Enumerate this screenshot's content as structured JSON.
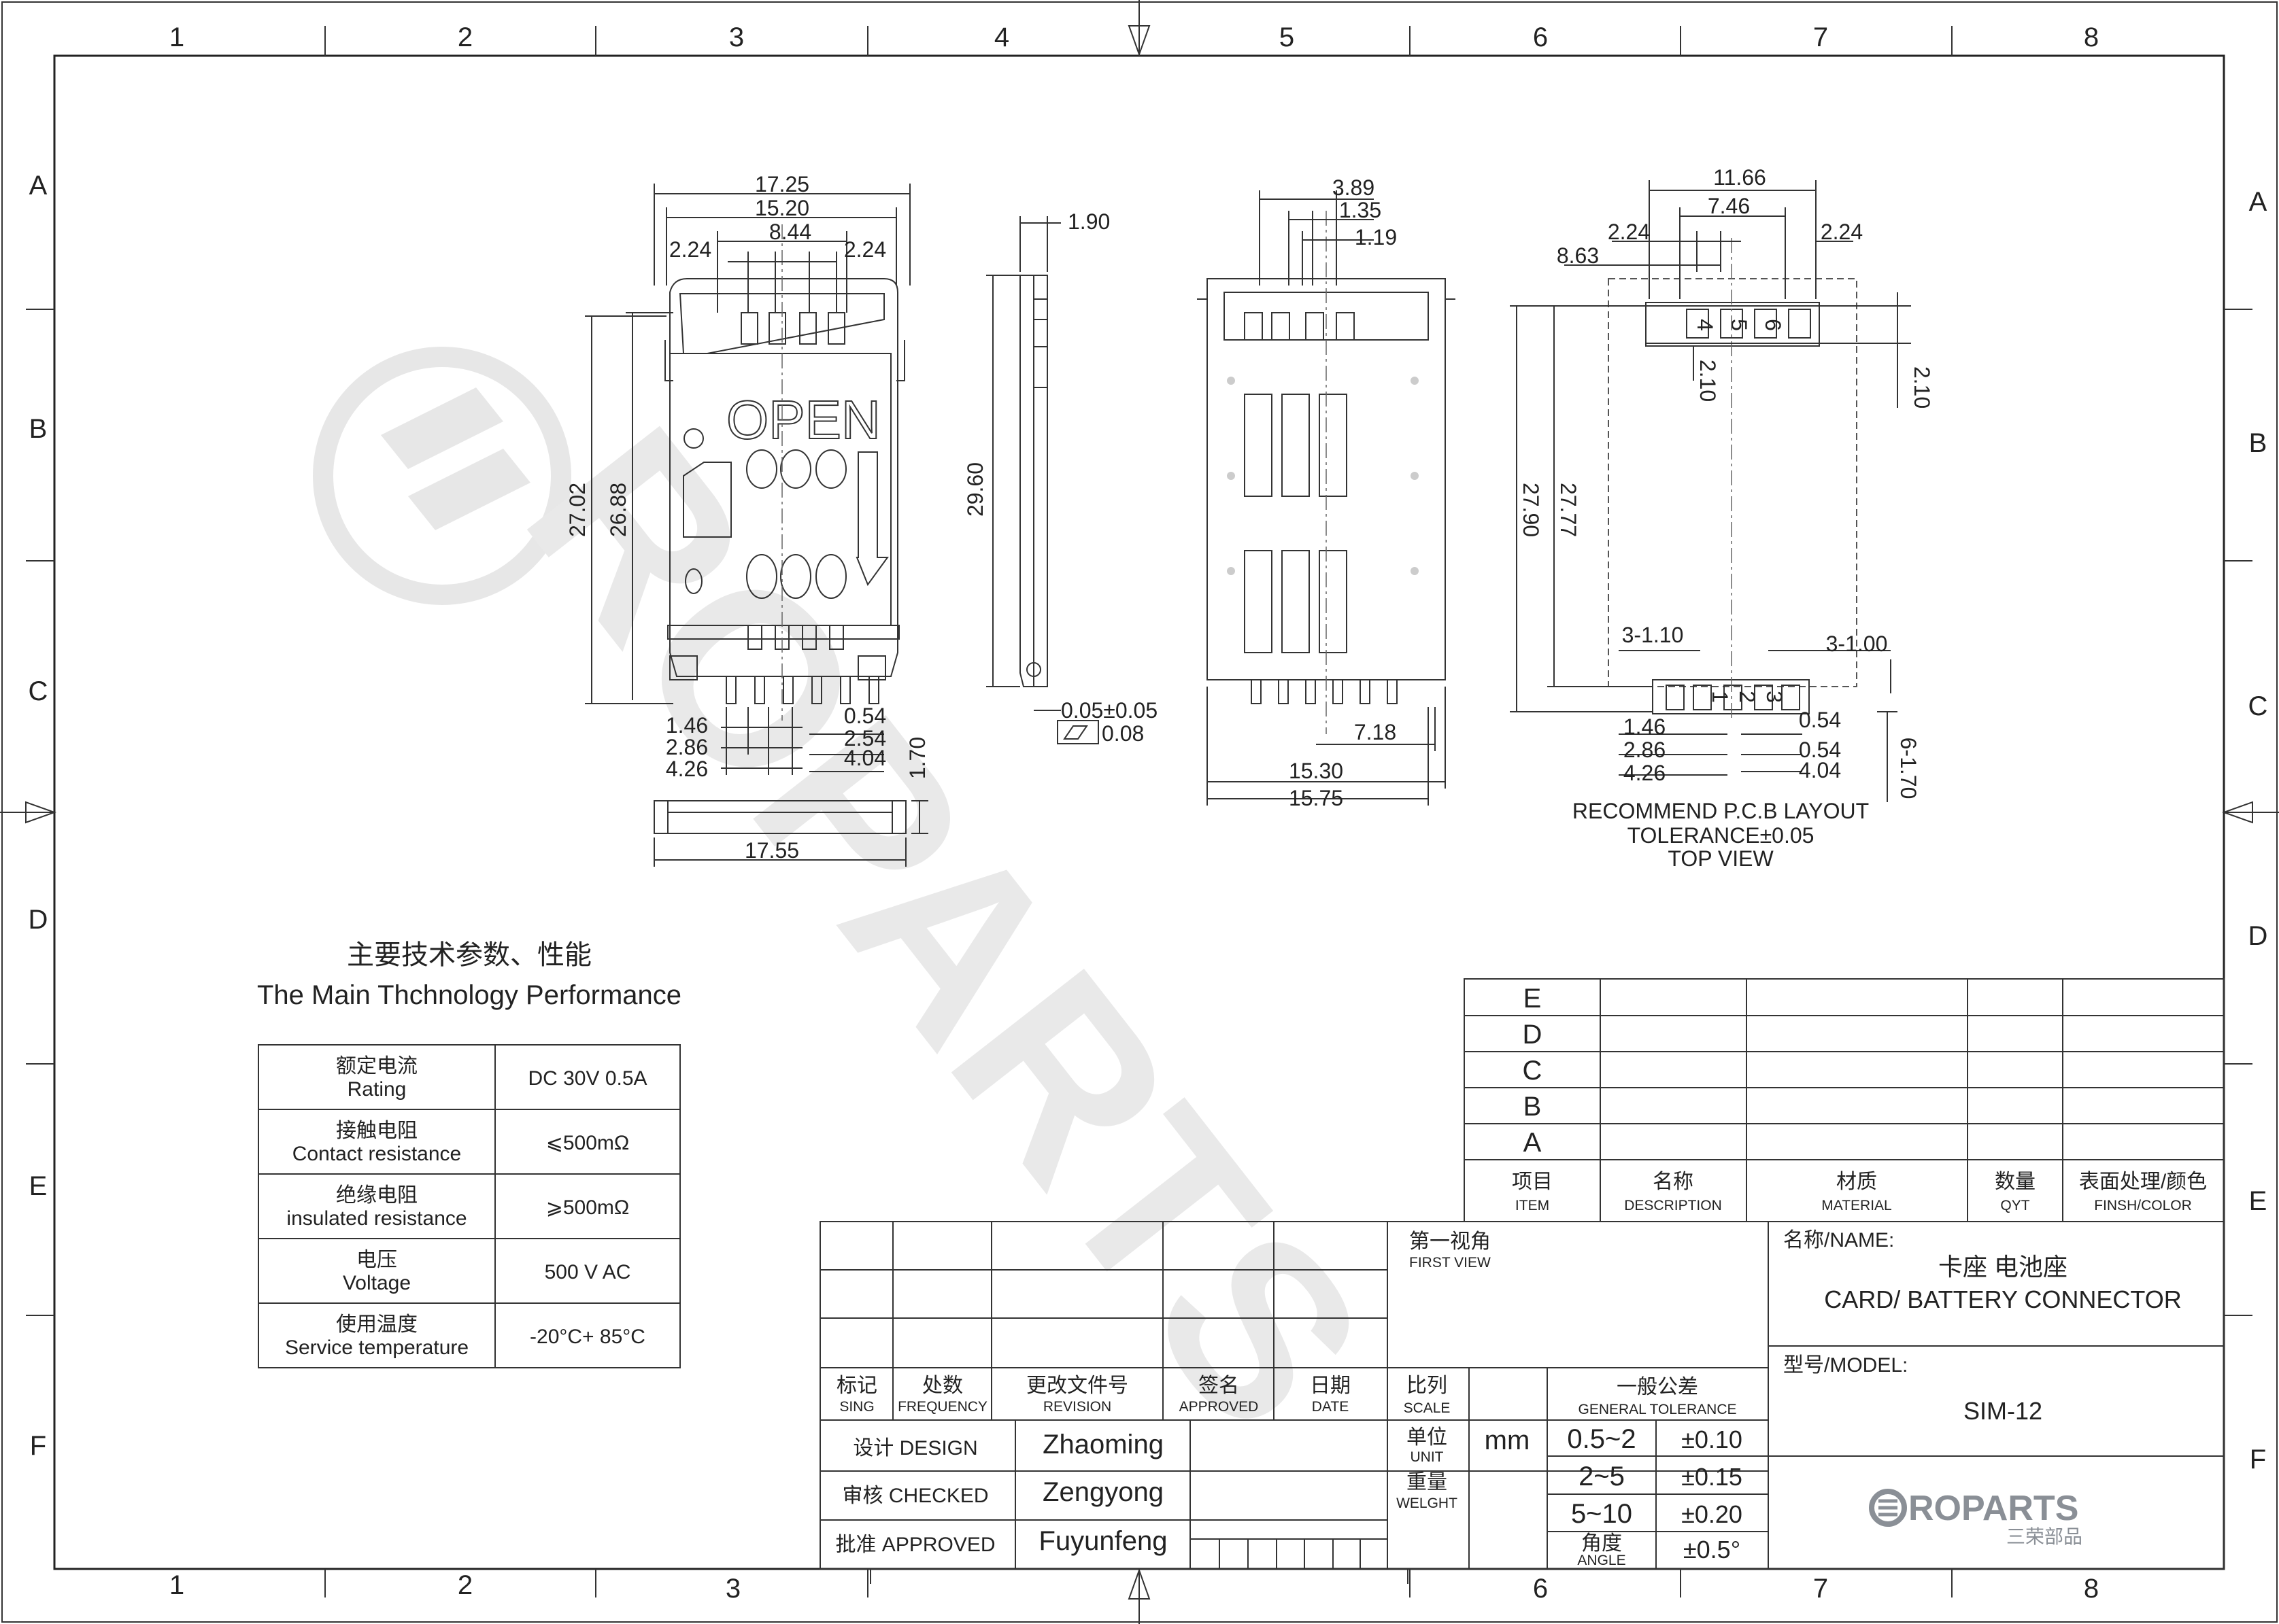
{
  "border": {
    "columns": [
      "1",
      "2",
      "3",
      "4",
      "5",
      "6",
      "7",
      "8"
    ],
    "rows": [
      "A",
      "B",
      "C",
      "D",
      "E",
      "F"
    ]
  },
  "views": {
    "front": {
      "dims": [
        "17.25",
        "15.20",
        "8.44",
        "2.24",
        "2.24",
        "27.02",
        "26.88",
        "1.46",
        "2.86",
        "4.26",
        "0.54",
        "2.54",
        "4.04"
      ],
      "marking": "OPEN"
    },
    "side": {
      "dims": [
        "1.90",
        "29.60",
        "0.05±0.05",
        "0.08",
        "1.70"
      ]
    },
    "bottom_strip": {
      "dims": [
        "17.55"
      ]
    },
    "back": {
      "dims": [
        "3.89",
        "1.35",
        "1.19",
        "7.18",
        "15.30",
        "15.75"
      ]
    },
    "pcb": {
      "dims": [
        "11.66",
        "7.46",
        "2.24",
        "2.24",
        "8.63",
        "2.10",
        "2.10",
        "27.90",
        "27.77",
        "3-1.10",
        "3-1.00",
        "1.46",
        "2.86",
        "4.26",
        "0.54",
        "0.54",
        "4.04",
        "6-1.70"
      ],
      "pin_labels": [
        "4",
        "5",
        "6",
        "1",
        "2",
        "3"
      ],
      "caption": [
        "RECOMMEND P.C.B LAYOUT",
        "TOLERANCE±0.05",
        "TOP VIEW"
      ]
    }
  },
  "spec": {
    "title_cn": "主要技术参数、性能",
    "title_en": "The Main Thchnology Performance",
    "rows": [
      {
        "cn": "额定电流",
        "en": "Rating",
        "value": "DC 30V 0.5A"
      },
      {
        "cn": "接触电阻",
        "en": "Contact resistance",
        "value": "⩽500mΩ"
      },
      {
        "cn": "绝缘电阻",
        "en": "insulated resistance",
        "value": "⩾500mΩ"
      },
      {
        "cn": "电压",
        "en": "Voltage",
        "value": "500 V AC"
      },
      {
        "cn": "使用温度",
        "en": "Service temperature",
        "value": "-20°C+ 85°C"
      }
    ]
  },
  "bom": {
    "rows": [
      "E",
      "D",
      "C",
      "B",
      "A"
    ],
    "headers": [
      {
        "cn": "项目",
        "en": "ITEM"
      },
      {
        "cn": "名称",
        "en": "DESCRIPTION"
      },
      {
        "cn": "材质",
        "en": "MATERIAL"
      },
      {
        "cn": "数量",
        "en": "QYT"
      },
      {
        "cn": "表面处理/颜色",
        "en": "FINSH/COLOR"
      }
    ]
  },
  "title_block": {
    "revision_headers": [
      {
        "cn": "标记",
        "en": "SING"
      },
      {
        "cn": "处数",
        "en": "FREQUENCY"
      },
      {
        "cn": "更改文件号",
        "en": "REVISION"
      },
      {
        "cn": "签名",
        "en": "APPROVED"
      },
      {
        "cn": "日期",
        "en": "DATE"
      }
    ],
    "design_label": "设计 DESIGN",
    "design_name": "Zhaoming",
    "checked_label": "审核 CHECKED",
    "checked_name": "Zengyong",
    "approved_label": "批准 APPROVED",
    "approved_name": "Fuyunfeng",
    "view_cn": "第一视角",
    "view_en": "FIRST VIEW",
    "scale_cn": "比列",
    "scale_en": "SCALE",
    "unit_cn": "单位",
    "unit_en": "UNIT",
    "unit_value": "mm",
    "weight_cn": "重量",
    "weight_en": "WELGHT",
    "tolerance_cn": "一般公差",
    "tolerance_en": "GENERAL TOLERANCE",
    "tolerances": [
      {
        "range": "0.5~2",
        "tol": "±0.10"
      },
      {
        "range": "2~5",
        "tol": "±0.15"
      },
      {
        "range": "5~10",
        "tol": "±0.20"
      }
    ],
    "angle_cn": "角度",
    "angle_en": "ANGLE",
    "angle_tol": "±0.5°",
    "name_label": "名称/NAME:",
    "name_cn": "卡座 电池座",
    "name_en": "CARD/ BATTERY CONNECTOR",
    "model_label": "型号/MODEL:",
    "model_value": "SIM-12",
    "logo_text": "ROPARTS",
    "logo_cn": "三荣部品"
  },
  "watermark_text": "ROPARTS"
}
